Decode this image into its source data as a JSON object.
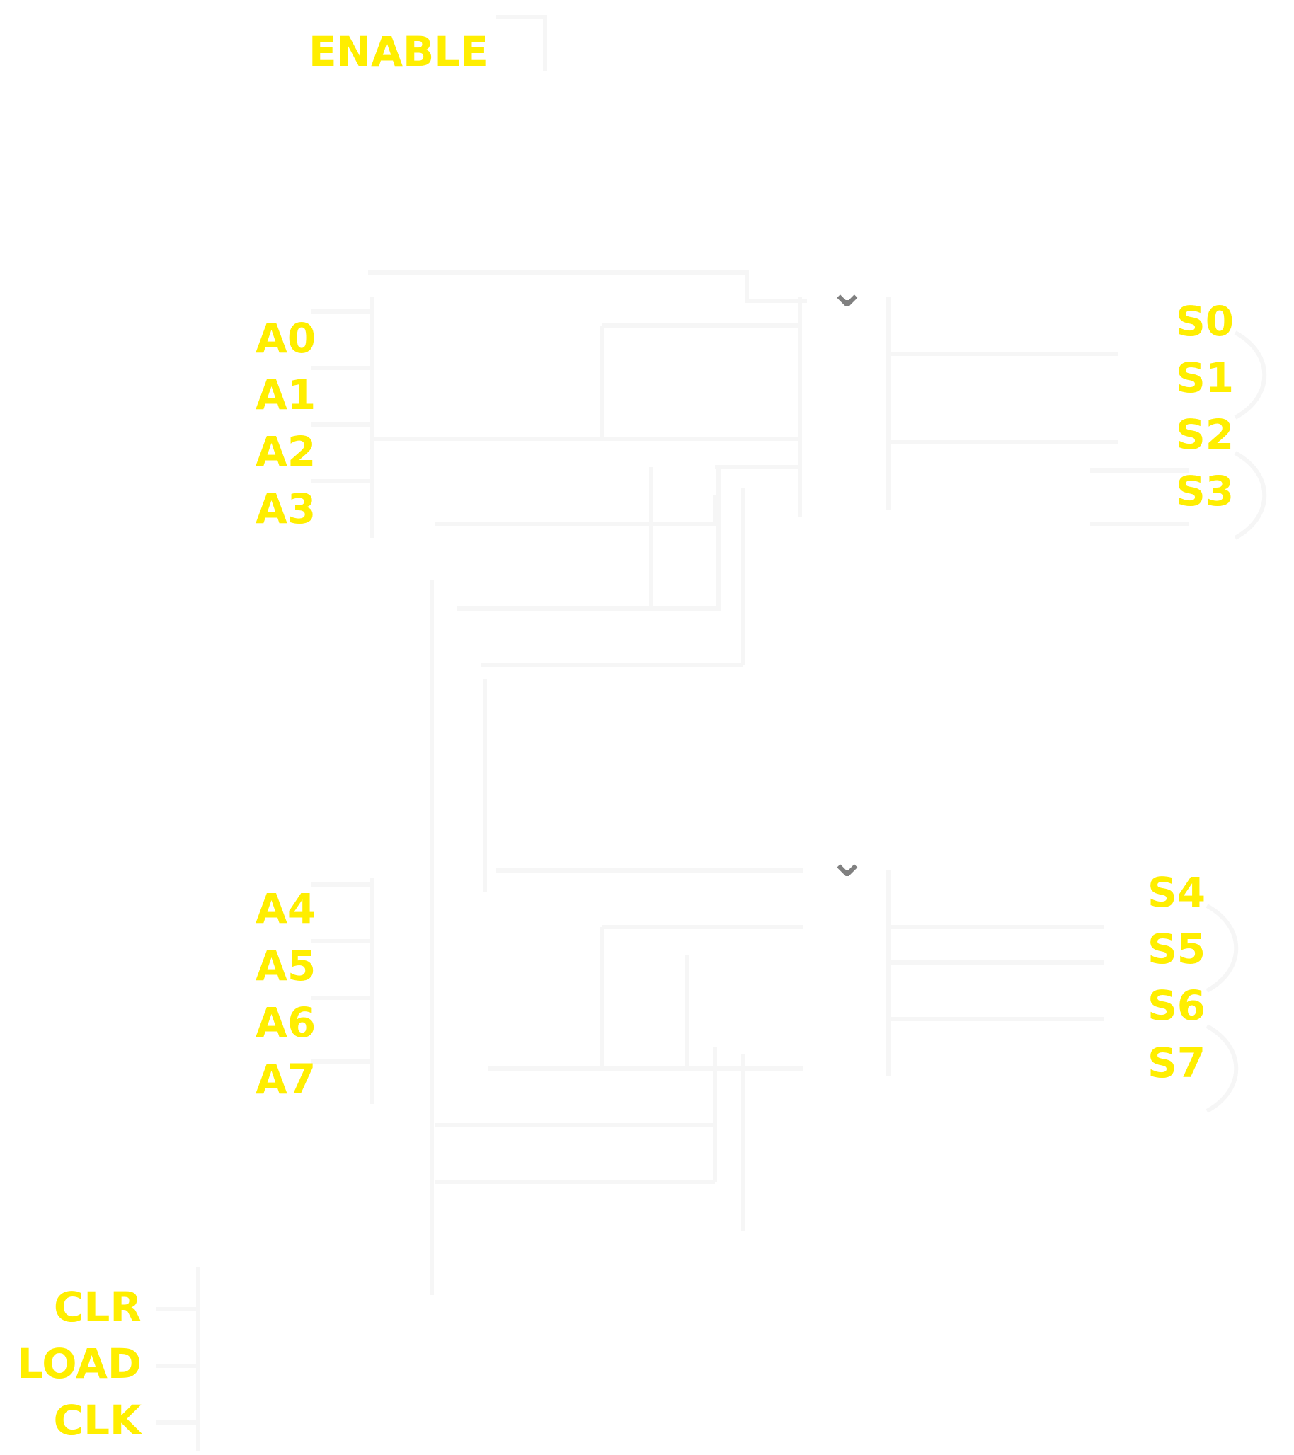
{
  "colors": {
    "label": "#ffee00",
    "wire": "#f6f6f6",
    "marker": "#808080",
    "background": "#ffffff"
  },
  "labels": {
    "enable": "ENABLE",
    "inputs_top": [
      "A0",
      "A1",
      "A2",
      "A3"
    ],
    "outputs_top": [
      "S0",
      "S1",
      "S2",
      "S3"
    ],
    "inputs_bottom": [
      "A4",
      "A5",
      "A6",
      "A7"
    ],
    "outputs_bottom": [
      "S4",
      "S5",
      "S6",
      "S7"
    ],
    "controls": [
      "CLR",
      "LOAD",
      "CLK"
    ]
  },
  "markers": {
    "top": "⌄",
    "bottom": "⌄"
  }
}
